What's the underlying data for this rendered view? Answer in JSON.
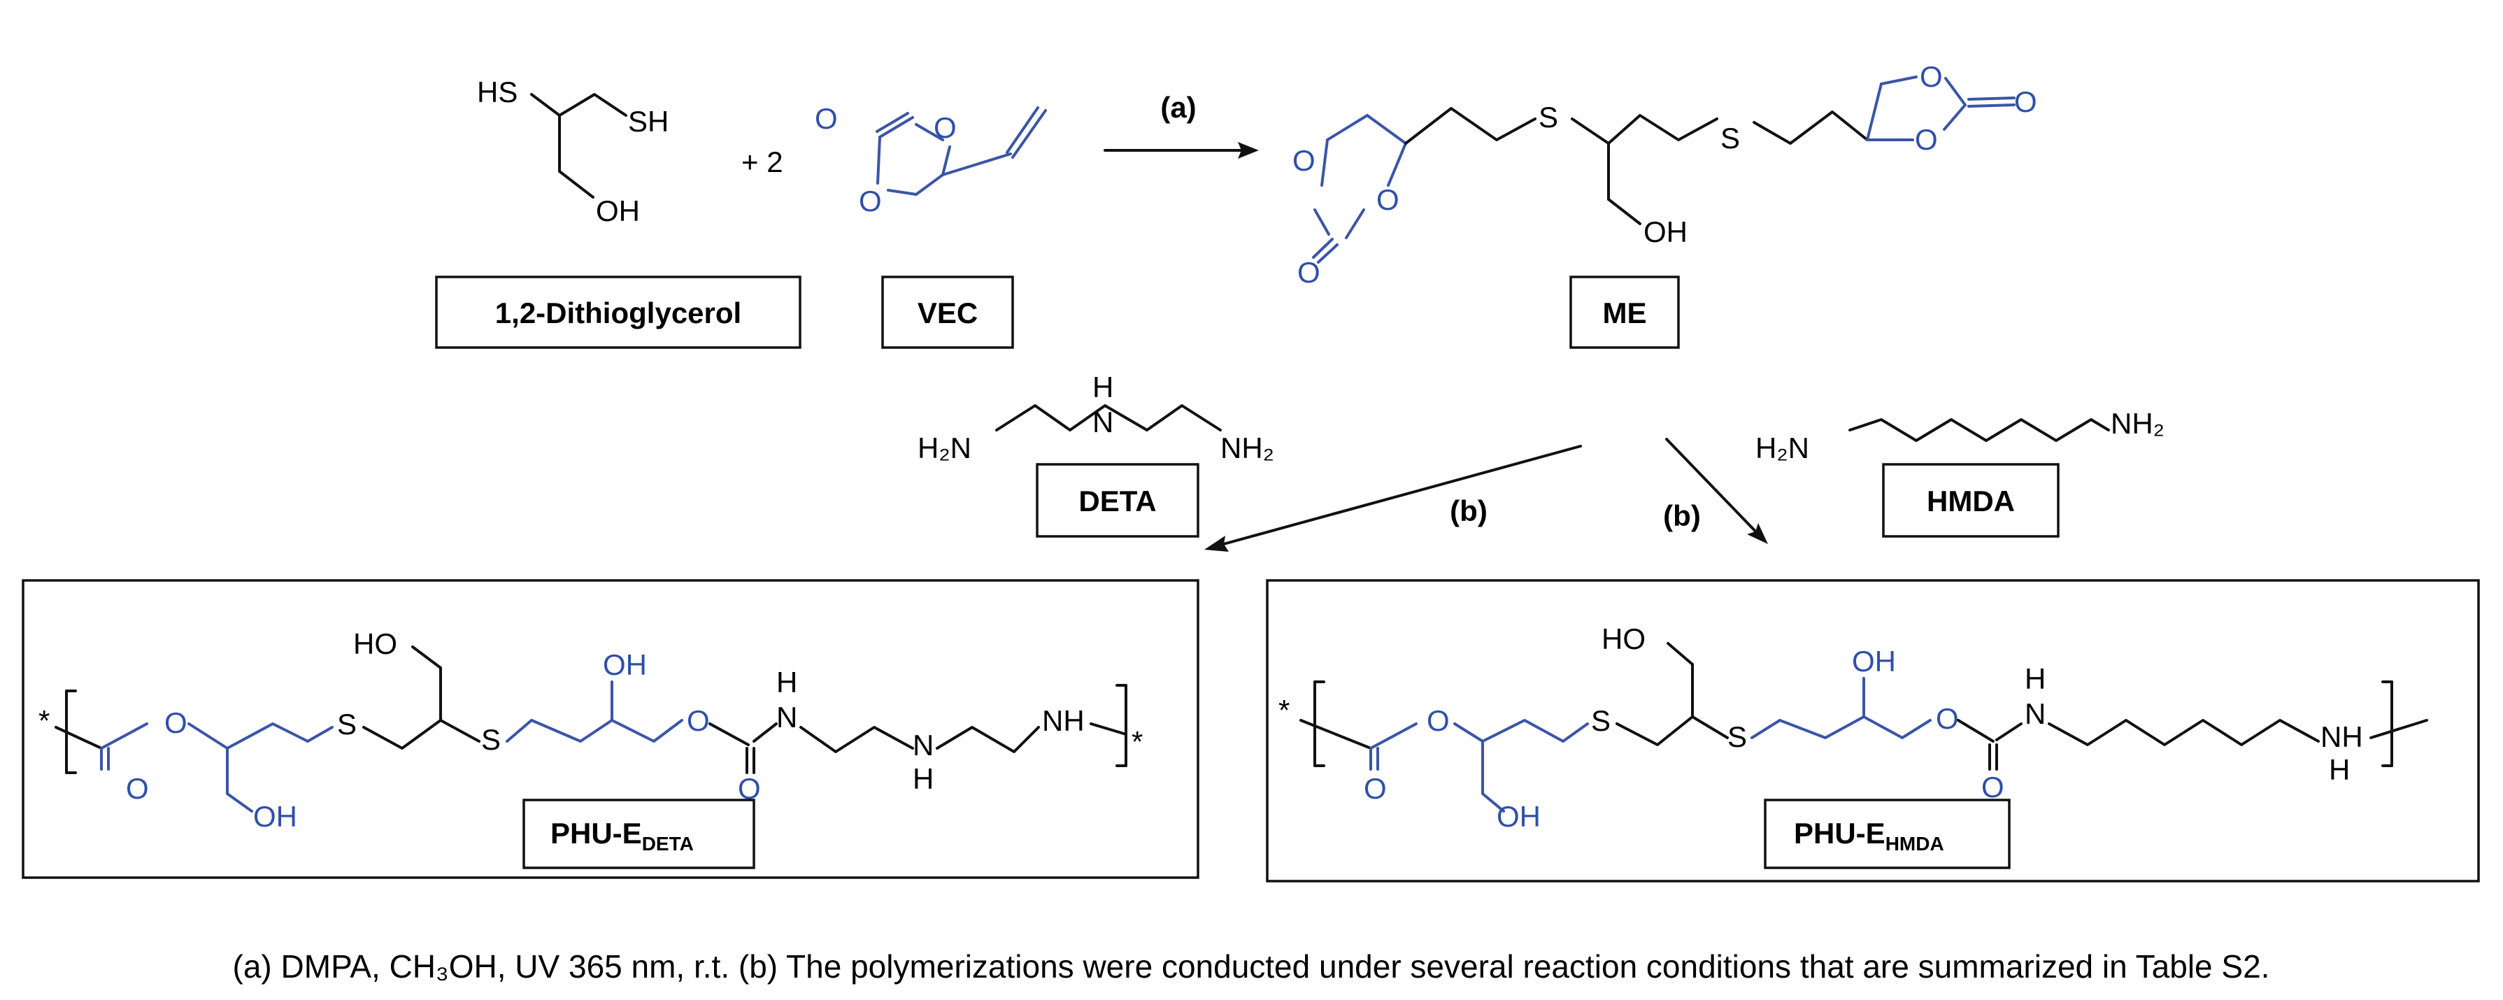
{
  "atoms": {
    "hs": "HS",
    "sh": "SH",
    "oh": "OH",
    "ho": "HO",
    "o": "O",
    "s": "S",
    "h": "H",
    "n": "N",
    "nh": "NH",
    "h2n": "H₂N",
    "nh2": "NH₂",
    "star": "*",
    "plus_two": "+ 2"
  },
  "labels": {
    "dithioglycerol": "1,2-Dithioglycerol",
    "vec": "VEC",
    "me": "ME",
    "deta": "DETA",
    "hmda": "HMDA",
    "phu_prefix": "PHU-E",
    "phu_deta_sub": "DETA",
    "phu_hmda_sub": "HMDA"
  },
  "steps": {
    "a": "(a)",
    "b": "(b)"
  },
  "caption": "(a) DMPA, CH₃OH, UV 365 nm, r.t. (b) The polymerizations were conducted under several reaction conditions that are summarized in Table S2.",
  "colors": {
    "black": "#111111",
    "blue": "#3a55a8"
  }
}
